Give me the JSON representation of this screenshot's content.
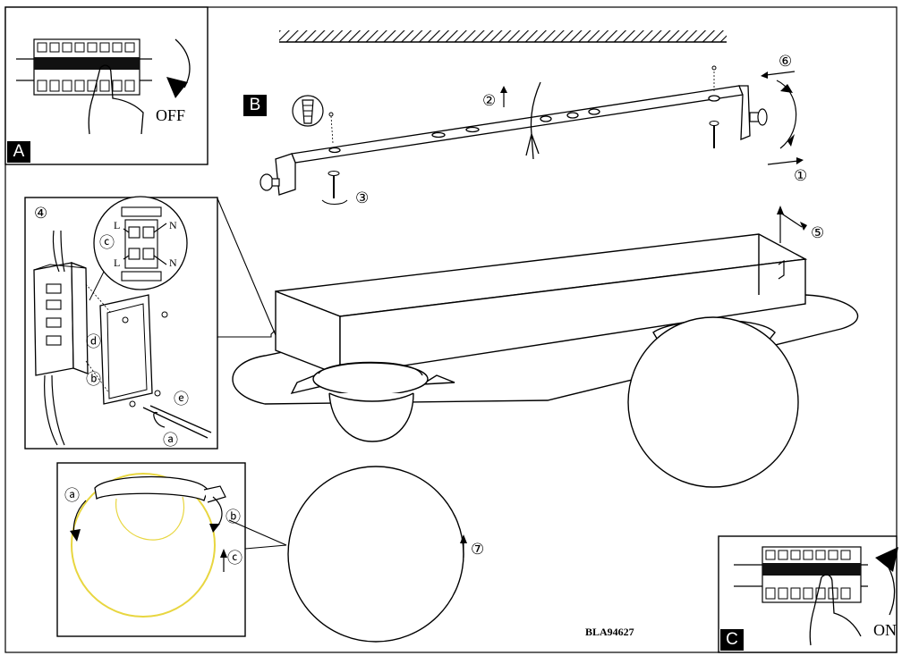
{
  "panels": {
    "a": {
      "tag": "A",
      "switch_label": "OFF"
    },
    "b": {
      "tag": "B"
    },
    "c": {
      "tag": "C",
      "switch_label": "ON"
    }
  },
  "steps": {
    "s1": "①",
    "s2": "②",
    "s3": "③",
    "s4": "④",
    "s5": "⑤",
    "s6": "⑥",
    "s7": "⑦"
  },
  "wiring": {
    "live": "L",
    "neutral": "N",
    "sub_c": "ⓒ",
    "sub_d": "ⓓ",
    "sub_b": "ⓑ",
    "sub_e": "ⓔ",
    "sub_a": "ⓐ"
  },
  "shade_detail": {
    "sub_a": "ⓐ",
    "sub_b": "ⓑ",
    "sub_c": "ⓒ"
  },
  "model_code": "BLA94627",
  "colors": {
    "line": "#000000",
    "highlight": "#e8d640",
    "background": "#ffffff"
  }
}
